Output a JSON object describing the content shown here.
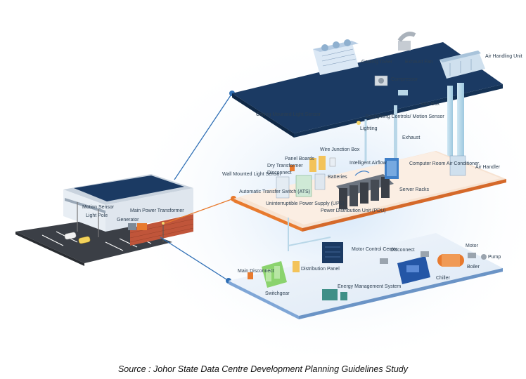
{
  "caption": "Source : Johor State Data Centre Development Planning Guidelines Study",
  "colors": {
    "roof": "#1b3a63",
    "floor": "#e6eef8",
    "floor_edge": "#7fa6d6",
    "building_brick": "#c0553a",
    "accent_orange": "#e87a2e",
    "connector": "#2f6fb5"
  },
  "labels": {
    "building": {
      "motion_sensor": "Motion Sensor",
      "light_pole": "Light Pole",
      "main_power_transformer": "Main Power Transformer",
      "generator": "Generator"
    },
    "roof": {
      "cooling_tower": "Cooling Tower",
      "exhaust_fan": "Exhaust Fan",
      "compressor": "Compressor",
      "air_handling_unit": "Air Handling Unit"
    },
    "middle": {
      "ceiling_light_sensor": "Ceiling Mounted Light Sensor",
      "daylighting": "Daylighting Controls/ Motion Sensor",
      "vav_box": "VAV Box",
      "lighting": "Lighting",
      "exhaust": "Exhaust",
      "wire_junction_box": "Wire Junction Box",
      "panel_boards": "Panel Boards",
      "dry_transformer": "Dry Transformer",
      "disconnect": "Disconnect",
      "wall_light_sensor": "Wall Mounted Light Sensor",
      "batteries": "Batteries",
      "intelligent_airflow": "Intelligent Airflow",
      "crac": "Computer Room Air Conditioner",
      "air_handler": "Air Handler",
      "ats": "Automatic Transfer Switch (ATS)",
      "ups": "Uninterruptible Power Supply (UPS)",
      "server_racks": "Server Racks",
      "pdu": "Power Distribution Unit (PDU)"
    },
    "bottom": {
      "motor_control_center": "Motor Control Center",
      "disconnect": "Disconnect",
      "motor": "Motor",
      "pump": "Pump",
      "main_disconnect": "Main Disconnect",
      "distribution_panel": "Distribution Panel",
      "boiler": "Boiler",
      "chiller": "Chiller",
      "switchgear": "Switchgear",
      "ems": "Energy Management System"
    }
  }
}
